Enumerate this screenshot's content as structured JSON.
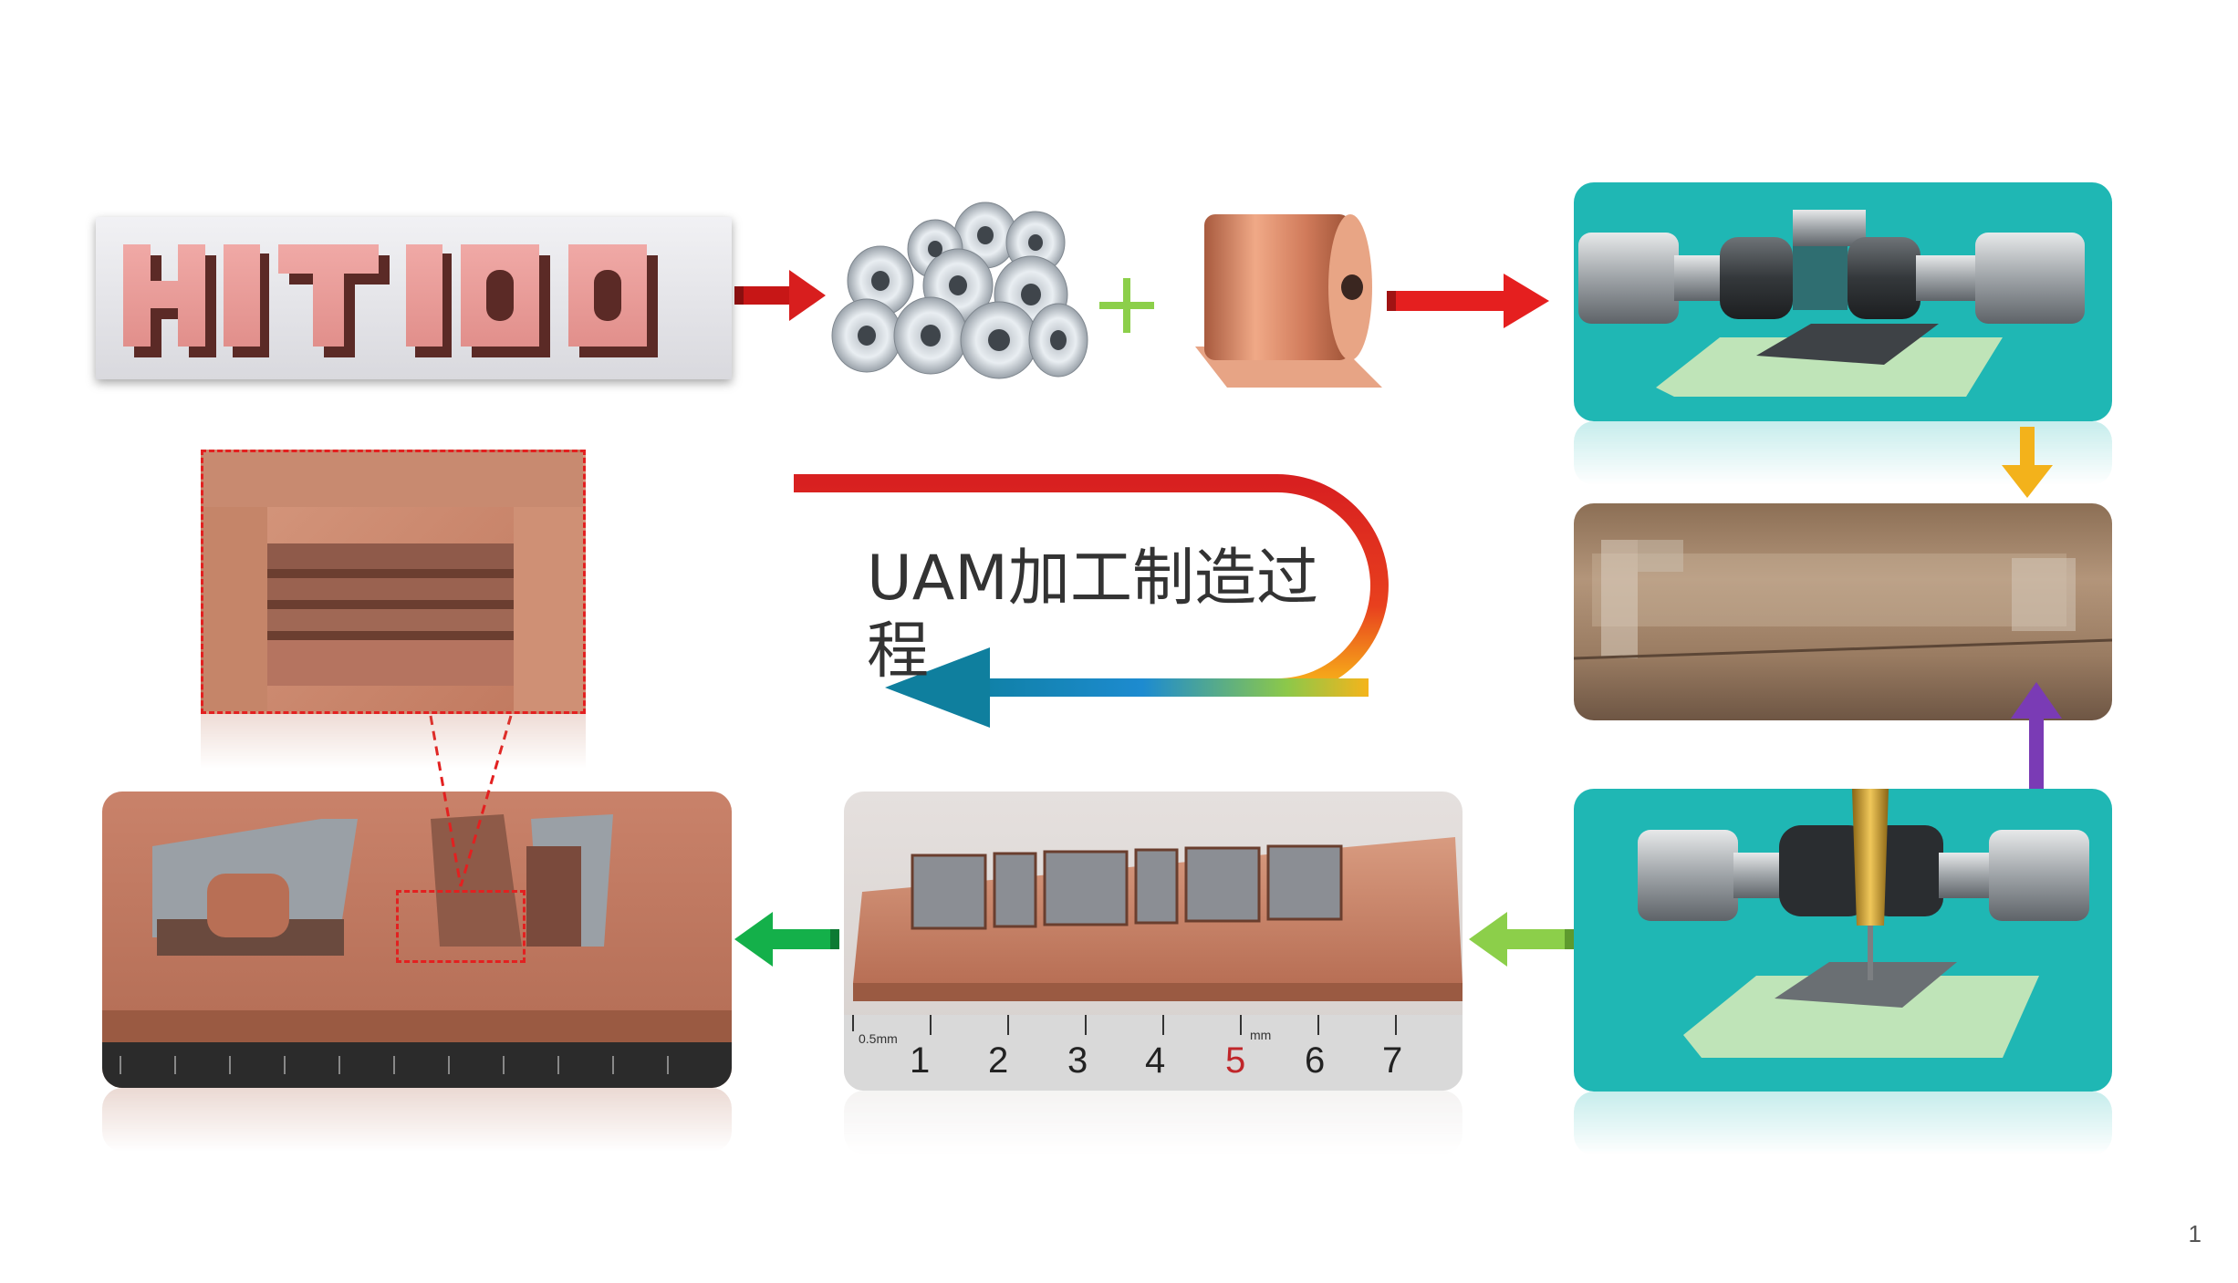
{
  "process_title": "UAM加工制造过程",
  "logo_text": "HITIOO",
  "page_number": "1",
  "ruler": {
    "unit_label": "0.5mm",
    "mm_label": "mm",
    "ticks": [
      "1",
      "2",
      "3",
      "4",
      "5",
      "6",
      "7"
    ]
  },
  "colors": {
    "teal_panel": "#1fb7b4",
    "copper": "#c9806a",
    "red_arrow": "#d81e1e",
    "yellow_arrow": "#f3b21b",
    "purple_arrow": "#7a3bb5",
    "light_green_arrow": "#8ccf4a",
    "green_arrow": "#14b04a",
    "zoom_box": "#e32020"
  },
  "icons": [
    "plus-icon"
  ]
}
